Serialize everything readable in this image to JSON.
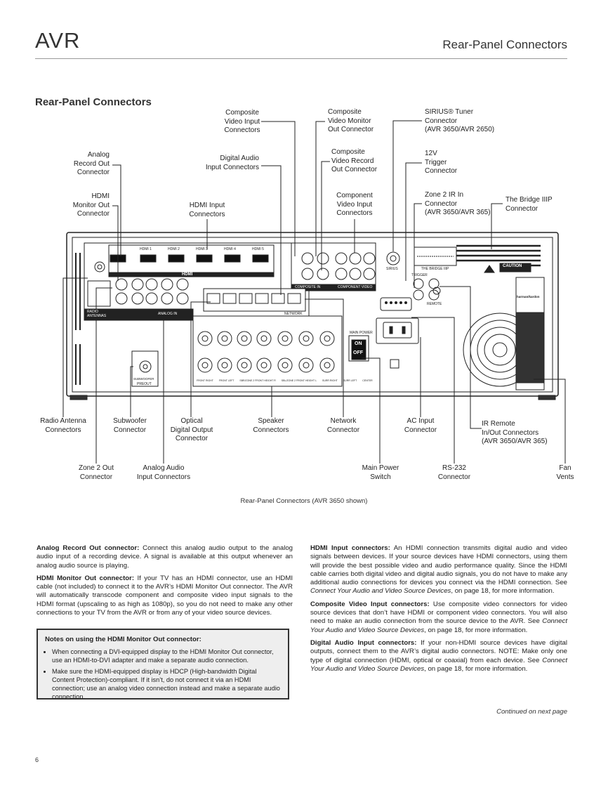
{
  "header": {
    "brand": "AVR",
    "title": "Rear-Panel Connectors"
  },
  "section_title": "Rear-Panel Connectors",
  "callouts": {
    "composite_video_input": "Composite\nVideo Input\nConnectors",
    "composite_video_monitor": "Composite\nVideo Monitor\nOut Connector",
    "sirius_tuner": "SIRIUS® Tuner\nConnector\n(AVR 3650/AVR 2650)",
    "analog_record_out": "Analog\nRecord Out\nConnector",
    "digital_audio_input": "Digital Audio\nInput Connectors",
    "composite_video_record": "Composite\nVideo Record\nOut Connector",
    "trigger_12v": "12V\nTrigger\nConnector",
    "hdmi_monitor_out": "HDMI\nMonitor Out\nConnector",
    "hdmi_input": "HDMI Input\nConnectors",
    "component_video_input": "Component\nVideo Input\nConnectors",
    "zone2_ir_in": "Zone 2 IR In\nConnector\n(AVR 3650/AVR 365)",
    "bridge_iiip": "The Bridge IIIP\nConnector",
    "radio_antenna": "Radio Antenna\nConnectors",
    "subwoofer": "Subwoofer\nConnector",
    "optical_digital_output": "Optical\nDigital Output\nConnector",
    "speaker": "Speaker\nConnectors",
    "network": "Network\nConnector",
    "ac_input": "AC Input\nConnector",
    "ir_remote": "IR Remote\nIn/Out Connectors\n(AVR 3650/AVR 365)",
    "zone2_out": "Zone 2 Out\nConnector",
    "analog_audio_input": "Analog Audio\nInput Connectors",
    "main_power": "Main Power\nSwitch",
    "rs232": "RS-232\nConnector",
    "fan_vents": "Fan\nVents"
  },
  "panel_labels": {
    "hdmi": "HDMI",
    "hdmi_ports": [
      "HDMI 1",
      "HDMI 2",
      "HDMI 3",
      "HDMI 4",
      "HDMI 5"
    ],
    "radio": "RADIO\nANTENNAS",
    "analog_in": "ANALOG IN",
    "network": "NETWORK",
    "composite_in": "COMPOSITE IN",
    "component_video": "COMPONENT VIDEO",
    "sirius": "SIRIUS",
    "the_bridge": "THE BRIDGE IIIP",
    "trigger": "TRIGGER",
    "remote": "REMOTE",
    "main_power": "MAIN POWER",
    "on": "ON",
    "off": "OFF",
    "subwoofer": "SUBWOOFER",
    "preout": "PREOUT",
    "caution": "CAUTION",
    "brand_plate": "harman/kardon",
    "speaker_labels": [
      "FRONT RIGHT",
      "FRONT LEFT",
      "SBR/ZONE 2 FRONT HEIGHT R",
      "SBL/ZONE 2 FRONT HEIGHT L",
      "SURR RIGHT",
      "SURR LEFT",
      "CENTER"
    ]
  },
  "figure_caption": "Rear-Panel Connectors (AVR 3650 shown)",
  "left_column": {
    "analog_record_out": {
      "heading": "Analog Record Out connector:",
      "text": " Connect this analog audio output to the analog audio input of a recording device. A signal is available at this output whenever an analog audio source is playing."
    },
    "hdmi_monitor_out": {
      "heading": "HDMI Monitor Out connector:",
      "text": " If your TV has an HDMI connector, use an HDMI cable (not included) to connect it to the AVR’s HDMI Monitor Out connector. The AVR will automatically transcode component and composite video input signals to the HDMI format (upscaling to as high as 1080p), so you do not need to make any other connections to your TV from the AVR or from any of your video source devices."
    }
  },
  "notes": {
    "title": "Notes on using the HDMI Monitor Out connector:",
    "items": [
      "When connecting a DVI-equipped display to the HDMI Monitor Out connector, use an HDMI-to-DVI adapter and make a separate audio connection.",
      "Make sure the HDMI-equipped display is HDCP (High-bandwidth Digital Content Protection)-compliant. If it isn’t, do not connect it via an HDMI connection; use an analog video connection instead and make a separate audio connection."
    ]
  },
  "right_column": {
    "hdmi_input": {
      "heading": "HDMI Input connectors:",
      "text": " An HDMI connection transmits digital audio and video signals between devices. If your source devices have HDMI connectors, using them will provide the best possible video and audio performance quality. Since the HDMI cable carries both digital video and digital audio signals, you do not have to make any additional audio connections for devices you connect via the HDMI connection. See ",
      "ref": "Connect Your Audio and Video Source Devices",
      "tail": ", on page 18, for more information."
    },
    "composite_video_input": {
      "heading": "Composite Video Input connectors:",
      "text": " Use composite video connectors for video source devices that don’t have HDMI or component video connectors. You will also need to make an audio connection from the source device to the AVR. See ",
      "ref": "Connect Your Audio and Video Source Devices",
      "tail": ", on page 18, for more information."
    },
    "digital_audio_input": {
      "heading": "Digital Audio Input connectors:",
      "text": " If your non-HDMI source devices have digital outputs, connect them to the AVR’s digital audio connectors. NOTE: Make only one type of digital connection (HDMI, optical or coaxial) from each device. See ",
      "ref": "Connect Your Audio and Video Source Devices",
      "tail": ", on page 18, for more information."
    }
  },
  "continued": "Continued on next page",
  "page_number": "6"
}
